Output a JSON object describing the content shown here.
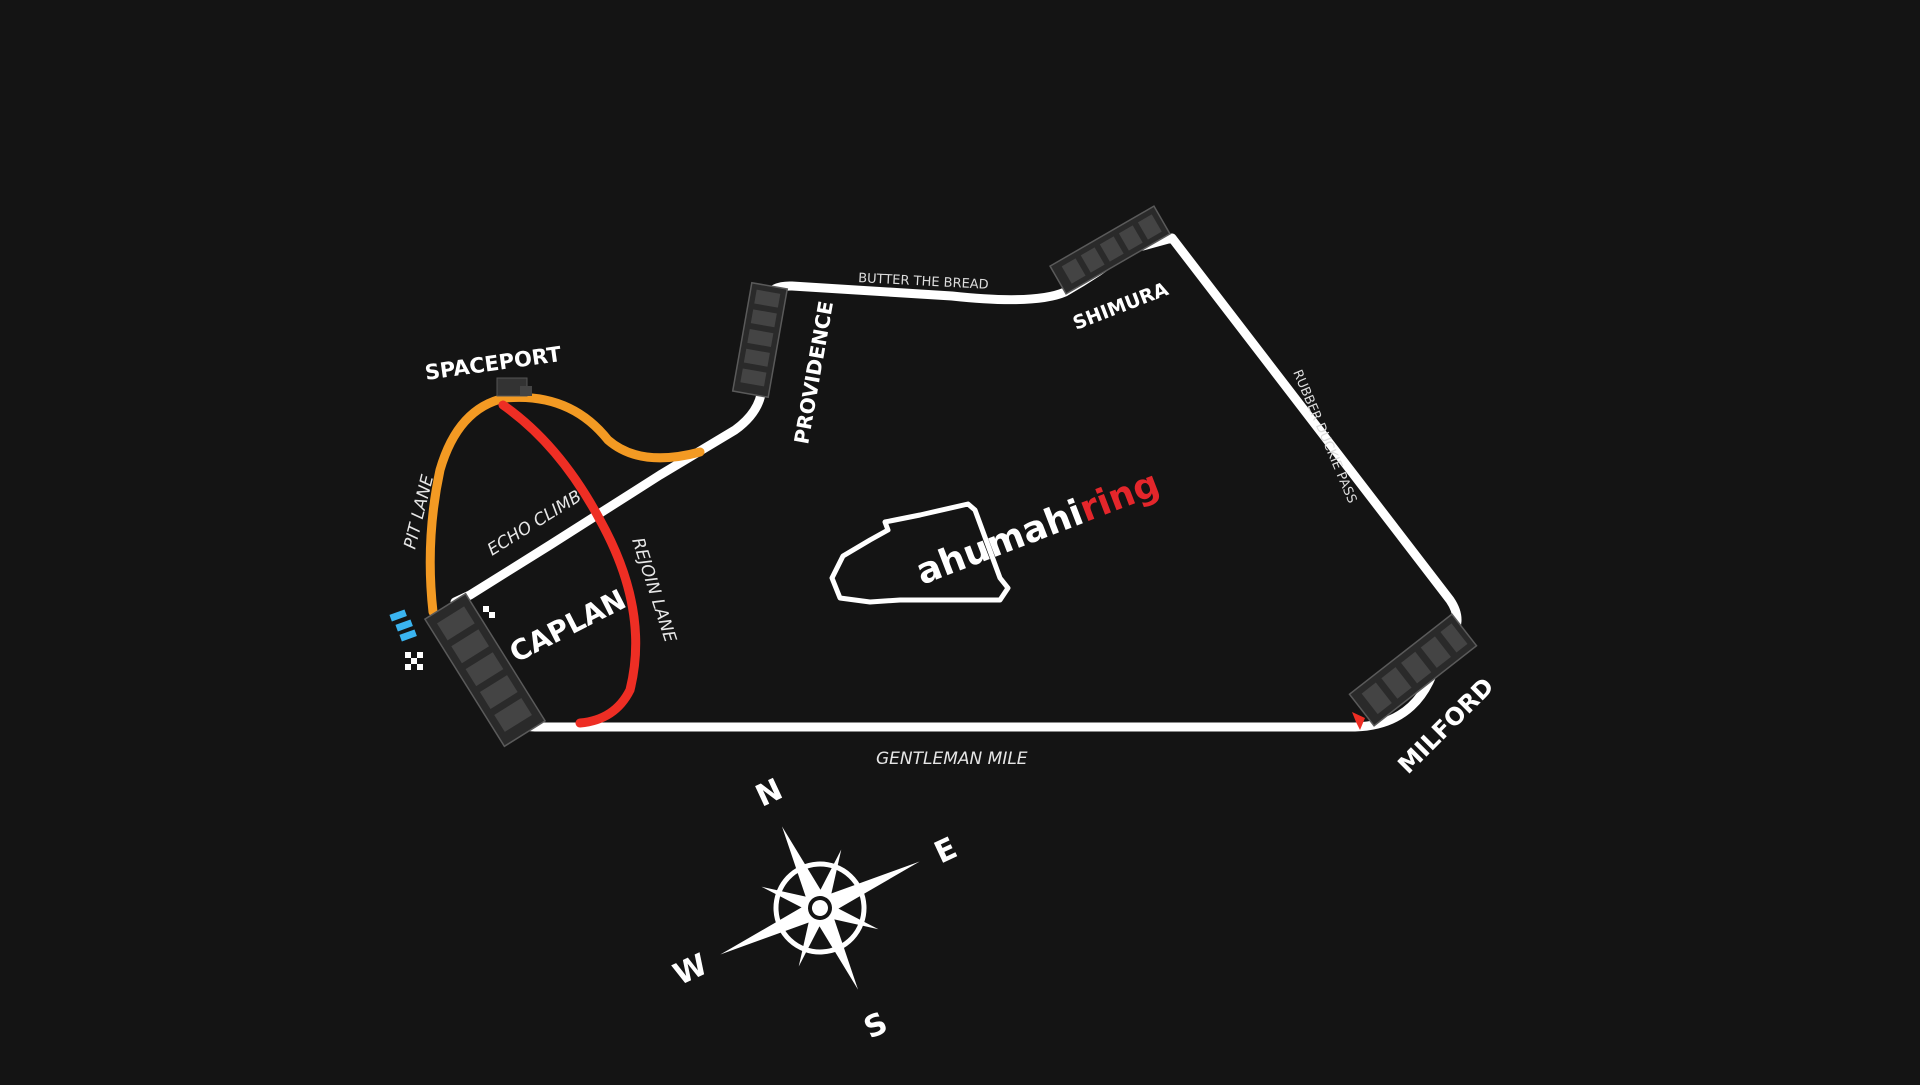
{
  "colors": {
    "background": "#141414",
    "track": "#ffffff",
    "pit_lane": "#f39a23",
    "rejoin_lane": "#ee2e24",
    "logo_accent": "#e4262b",
    "start_markers": "#3ab4f0"
  },
  "logo": {
    "text_main": "ahumahi",
    "text_accent": "ring"
  },
  "corners": {
    "spaceport": "SPACEPORT",
    "providence": "PROVIDENCE",
    "shimura": "SHIMURA",
    "milford": "MILFORD",
    "caplan": "CAPLAN"
  },
  "sections": {
    "butter_the_bread": "BUTTER THE BREAD",
    "rubber_duckie_pass": "RUBBER DUCKIE PASS",
    "gentleman_mile": "GENTLEMAN MILE",
    "echo_climb": "ECHO CLIMB",
    "pit_lane": "PIT LANE",
    "rejoin_lane": "REJOIN LANE"
  },
  "compass": {
    "north": "N",
    "east": "E",
    "south": "S",
    "west": "W"
  }
}
